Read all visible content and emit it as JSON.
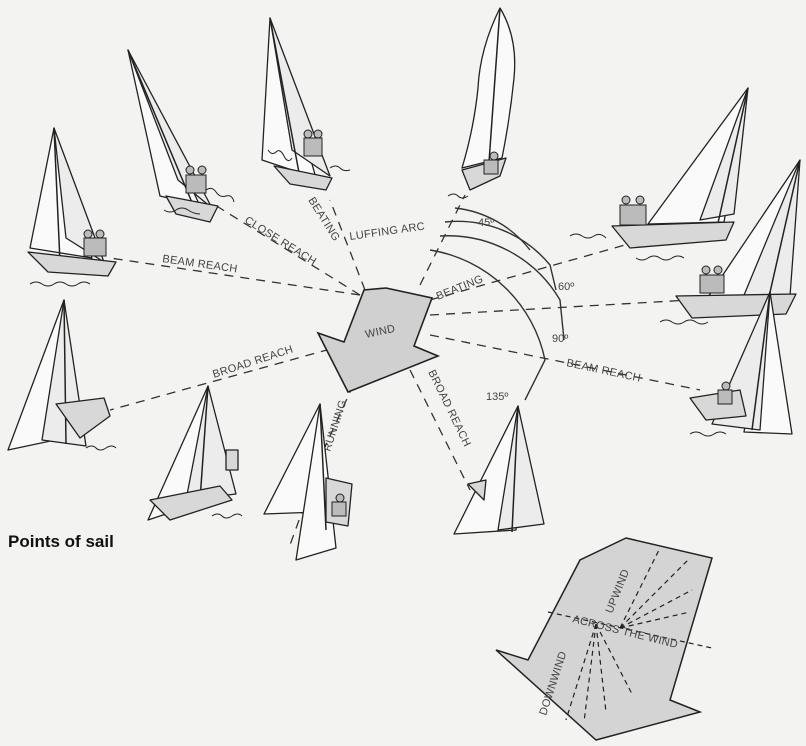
{
  "diagram": {
    "title": "Points of sail",
    "wind_label": "WIND",
    "point_labels": {
      "luffing_arc": "LUFFING ARC",
      "beating_left": "BEATING",
      "beating_right": "BEATING",
      "close_reach": "CLOSE REACH",
      "beam_reach_left": "BEAM REACH",
      "beam_reach_right": "BEAM REACH",
      "broad_reach_left": "BROAD REACH",
      "broad_reach_right": "BROAD REACH",
      "running": "RUNNING"
    },
    "angles": {
      "a45": "45º",
      "a60": "60º",
      "a90": "90º",
      "a135": "135º"
    },
    "inset": {
      "upwind": "UPWIND",
      "across": "ACROSS THE WIND",
      "downwind": "DOWNWIND"
    }
  }
}
